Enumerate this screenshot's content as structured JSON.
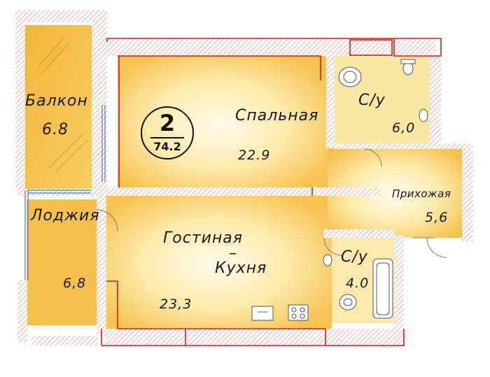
{
  "plan": {
    "rooms_count": "2",
    "total_area": "74.2"
  },
  "rooms": {
    "balcony": {
      "name": "Балкон",
      "area": "6.8"
    },
    "bedroom": {
      "name": "Спальная",
      "area": "22.9"
    },
    "bath_top": {
      "name": "С/у",
      "area": "6,0"
    },
    "hallway": {
      "name": "Прихожая",
      "area": "5,6"
    },
    "loggia": {
      "name": "Лоджия",
      "area": "6,8"
    },
    "living": {
      "name_line1": "Гостиная",
      "name_dash": "–",
      "name_line2": "Кухня",
      "area": "23,3"
    },
    "bath_bottom": {
      "name": "С/у",
      "area": "4.0"
    }
  },
  "colors": {
    "wall_hatch": "#e06a5a",
    "wall_outline": "#d81b1b",
    "floor_center": "#fffbe8",
    "floor_edge": "#f6c453"
  }
}
